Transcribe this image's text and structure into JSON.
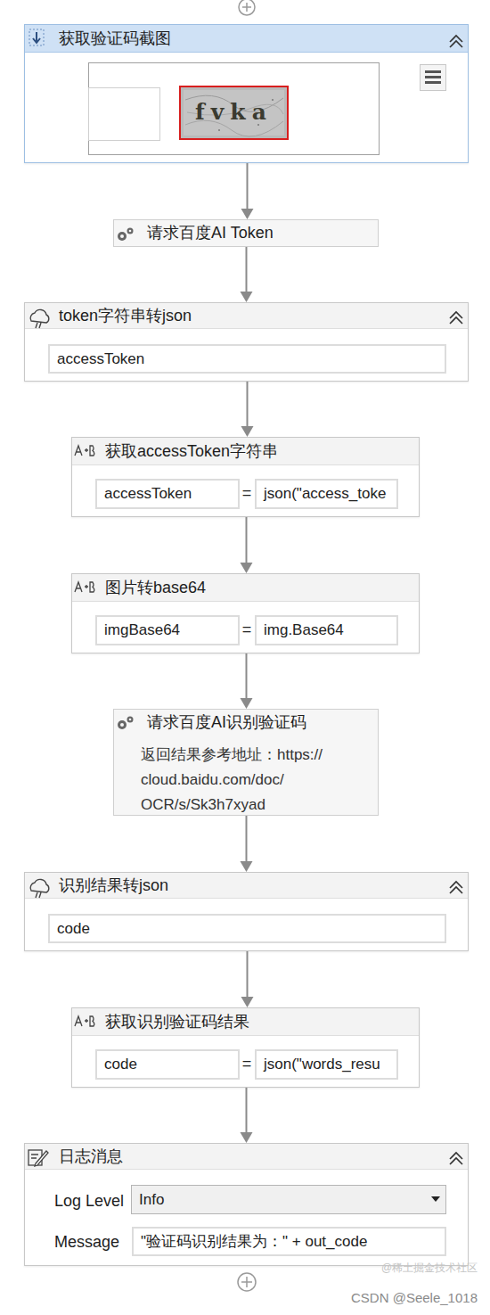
{
  "diagram": {
    "nodes": [
      {
        "text": [
          "获取验证码截图"
        ]
      },
      {
        "text": [
          "请求百度AI Token"
        ]
      },
      {
        "text": [
          "token字符串转json"
        ]
      },
      {
        "text": [
          "accessToken"
        ],
        "in": 2
      },
      {
        "text": [
          "获取accessToken字符串"
        ]
      },
      {
        "text": [
          "accessToken"
        ],
        "in": 4
      },
      {
        "text": [
          "json(\"access_toke"
        ],
        "in": 4
      },
      {
        "text": [
          "图片转base64"
        ]
      },
      {
        "text": [
          "imgBase64"
        ],
        "in": 7
      },
      {
        "text": [
          "img.Base64"
        ],
        "in": 7
      },
      {
        "text": [
          "请求百度AI识别验证码",
          "返回结果参考地址：https:// cloud.baidu.com/doc/ OCR/s/Sk3h7xyad"
        ]
      },
      {
        "text": [
          "识别结果转json"
        ]
      },
      {
        "text": [
          "code"
        ],
        "in": 11
      },
      {
        "text": [
          "获取识别验证码结果"
        ]
      },
      {
        "text": [
          "code"
        ],
        "in": 13
      },
      {
        "text": [
          "json(\"words_resu"
        ],
        "in": 13
      },
      {
        "text": [
          "日志消息",
          "Log Level",
          "Message"
        ]
      },
      {
        "text": [
          "Info"
        ],
        "in": 16
      },
      {
        "text": [
          "\"验证码识别结果为：\" + out_code"
        ],
        "in": 16
      }
    ],
    "edges": [
      {
        "from": 0,
        "to": 1,
        "arrow": "to"
      },
      {
        "from": 1,
        "to": 2,
        "arrow": "to"
      },
      {
        "from": 2,
        "to": 4,
        "arrow": "to"
      },
      {
        "from": 4,
        "to": 7,
        "arrow": "to"
      },
      {
        "from": 7,
        "to": 10,
        "arrow": "to"
      },
      {
        "from": 10,
        "to": 11,
        "arrow": "to"
      },
      {
        "from": 11,
        "to": 13,
        "arrow": "to"
      },
      {
        "from": 13,
        "to": 16,
        "arrow": "to"
      }
    ],
    "labels": [
      "fvka",
      "=",
      "=",
      "=",
      "@稀土掘金技术社区",
      "CSDN @Seele_1018"
    ]
  }
}
